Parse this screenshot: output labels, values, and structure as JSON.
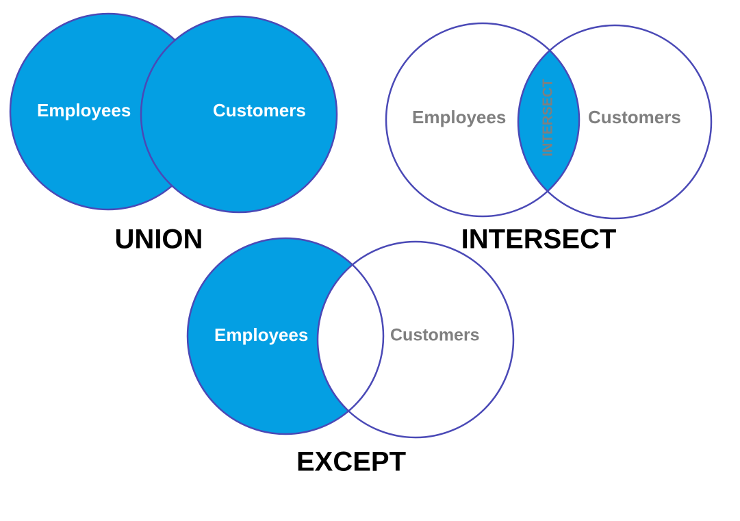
{
  "colors": {
    "fill": "#049fe3",
    "stroke": "#4a49b6",
    "label_on_fill": "#ffffff",
    "label_on_white": "#7f7f7f",
    "title": "#000000",
    "intersect_text": "#7f7f7f"
  },
  "union": {
    "title": "UNION",
    "left_label": "Employees",
    "right_label": "Customers"
  },
  "intersect": {
    "title": "INTERSECT",
    "left_label": "Employees",
    "right_label": "Customers",
    "overlap_label": "INTERSECT"
  },
  "except": {
    "title": "EXCEPT",
    "left_label": "Employees",
    "right_label": "Customers"
  }
}
